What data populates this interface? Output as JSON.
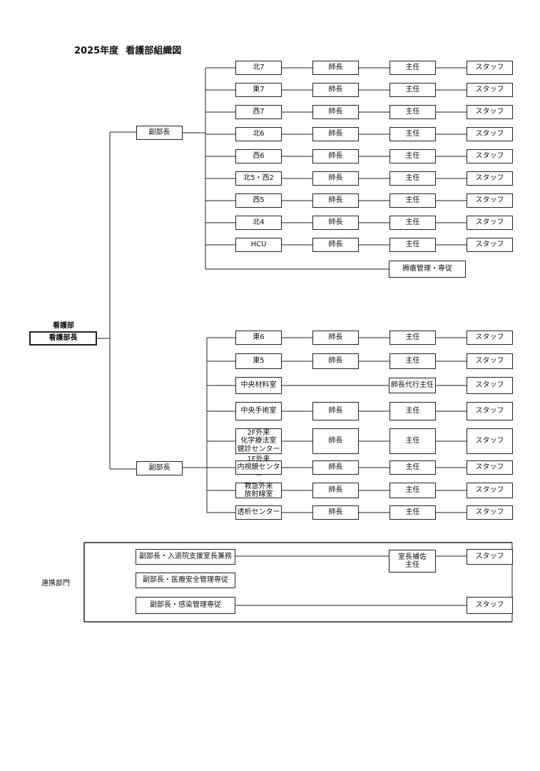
{
  "title": {
    "year": "2025年度",
    "name": "看護部組織図"
  },
  "root": {
    "department": "看護部",
    "head": "看護部長"
  },
  "roles": {
    "vice": "副部長",
    "head_nurse": "師長",
    "chief": "主任",
    "staff": "スタッフ"
  },
  "group1": {
    "units": [
      "北7",
      "東7",
      "西7",
      "北6",
      "西6",
      "北5・西2",
      "西5",
      "北4",
      "HCU"
    ],
    "special": "褥瘡管理・専従"
  },
  "group2": {
    "units": [
      "東6",
      "東5",
      "中央材料室",
      "中央手術室",
      "2F外来\n化学療法室\n健診センター",
      "1F外来\n内視鏡センター",
      "救急外来\n放射線室",
      "透析センター"
    ],
    "acting_chief": "師長代行主任"
  },
  "liaison": {
    "label": "連携部門",
    "items": [
      "副部長・入退院支援室長兼務",
      "副部長・医療安全管理専従",
      "副部長・感染管理専従"
    ],
    "assistant": "室長補佐\n主任"
  }
}
